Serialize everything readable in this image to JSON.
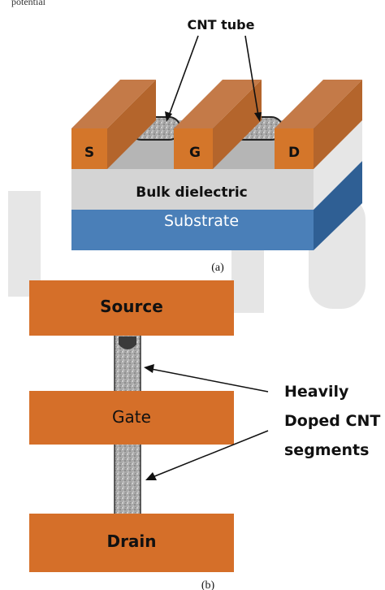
{
  "header_text": "potential",
  "part_a": {
    "callout": "CNT tube",
    "terminals": {
      "source": "S",
      "gate": "G",
      "drain": "D"
    },
    "dielectric": "Bulk dielectric",
    "substrate": "Substrate",
    "caption": "(a)"
  },
  "part_b": {
    "blocks": {
      "source": "Source",
      "gate": "Gate",
      "drain": "Drain"
    },
    "annotation": [
      "Heavily",
      "Doped CNT",
      "segments"
    ],
    "caption": "(b)"
  },
  "colors": {
    "electrode_front": "#d4762a",
    "electrode_top": "#c47a48",
    "electrode_side": "#b4652c",
    "dielectric_front": "#cfcfcf",
    "dielectric_top": "#b5b5b5",
    "substrate_front": "#4a7fb8",
    "substrate_side": "#2f5f94",
    "cnt": "#9e9e9e",
    "block": "#d56f29"
  }
}
